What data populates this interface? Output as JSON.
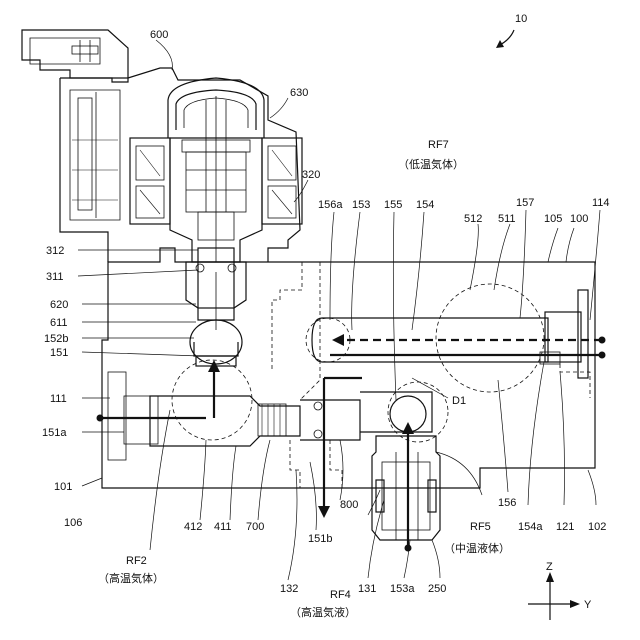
{
  "labels": {
    "fig_number": "10",
    "l600": "600",
    "l630": "630",
    "l320": "320",
    "rf7": "RF7",
    "rf7_desc": "（低温気体）",
    "l156a": "156a",
    "l153": "153",
    "l155": "155",
    "l154": "154",
    "l512": "512",
    "l511": "511",
    "l157": "157",
    "l105": "105",
    "l100": "100",
    "l114": "114",
    "l312": "312",
    "l311": "311",
    "l620": "620",
    "l611": "611",
    "l152b": "152b",
    "l151": "151",
    "l111": "111",
    "l151a": "151a",
    "l101": "101",
    "l106": "106",
    "ld1": "D1",
    "l412": "412",
    "l411": "411",
    "l700": "700",
    "l800": "800",
    "l156": "156",
    "l154a": "154a",
    "l121": "121",
    "l102": "102",
    "l151b": "151b",
    "rf5": "RF5",
    "rf5_desc": "（中温液体）",
    "rf2": "RF2",
    "rf2_desc": "（高温気体）",
    "l132": "132",
    "rf4": "RF4",
    "rf4_desc": "（高温気液）",
    "l131": "131",
    "l153a": "153a",
    "l250": "250",
    "axis_z": "Z",
    "axis_y": "Y"
  },
  "colors": {
    "ink": "#111111",
    "background": "#ffffff"
  }
}
